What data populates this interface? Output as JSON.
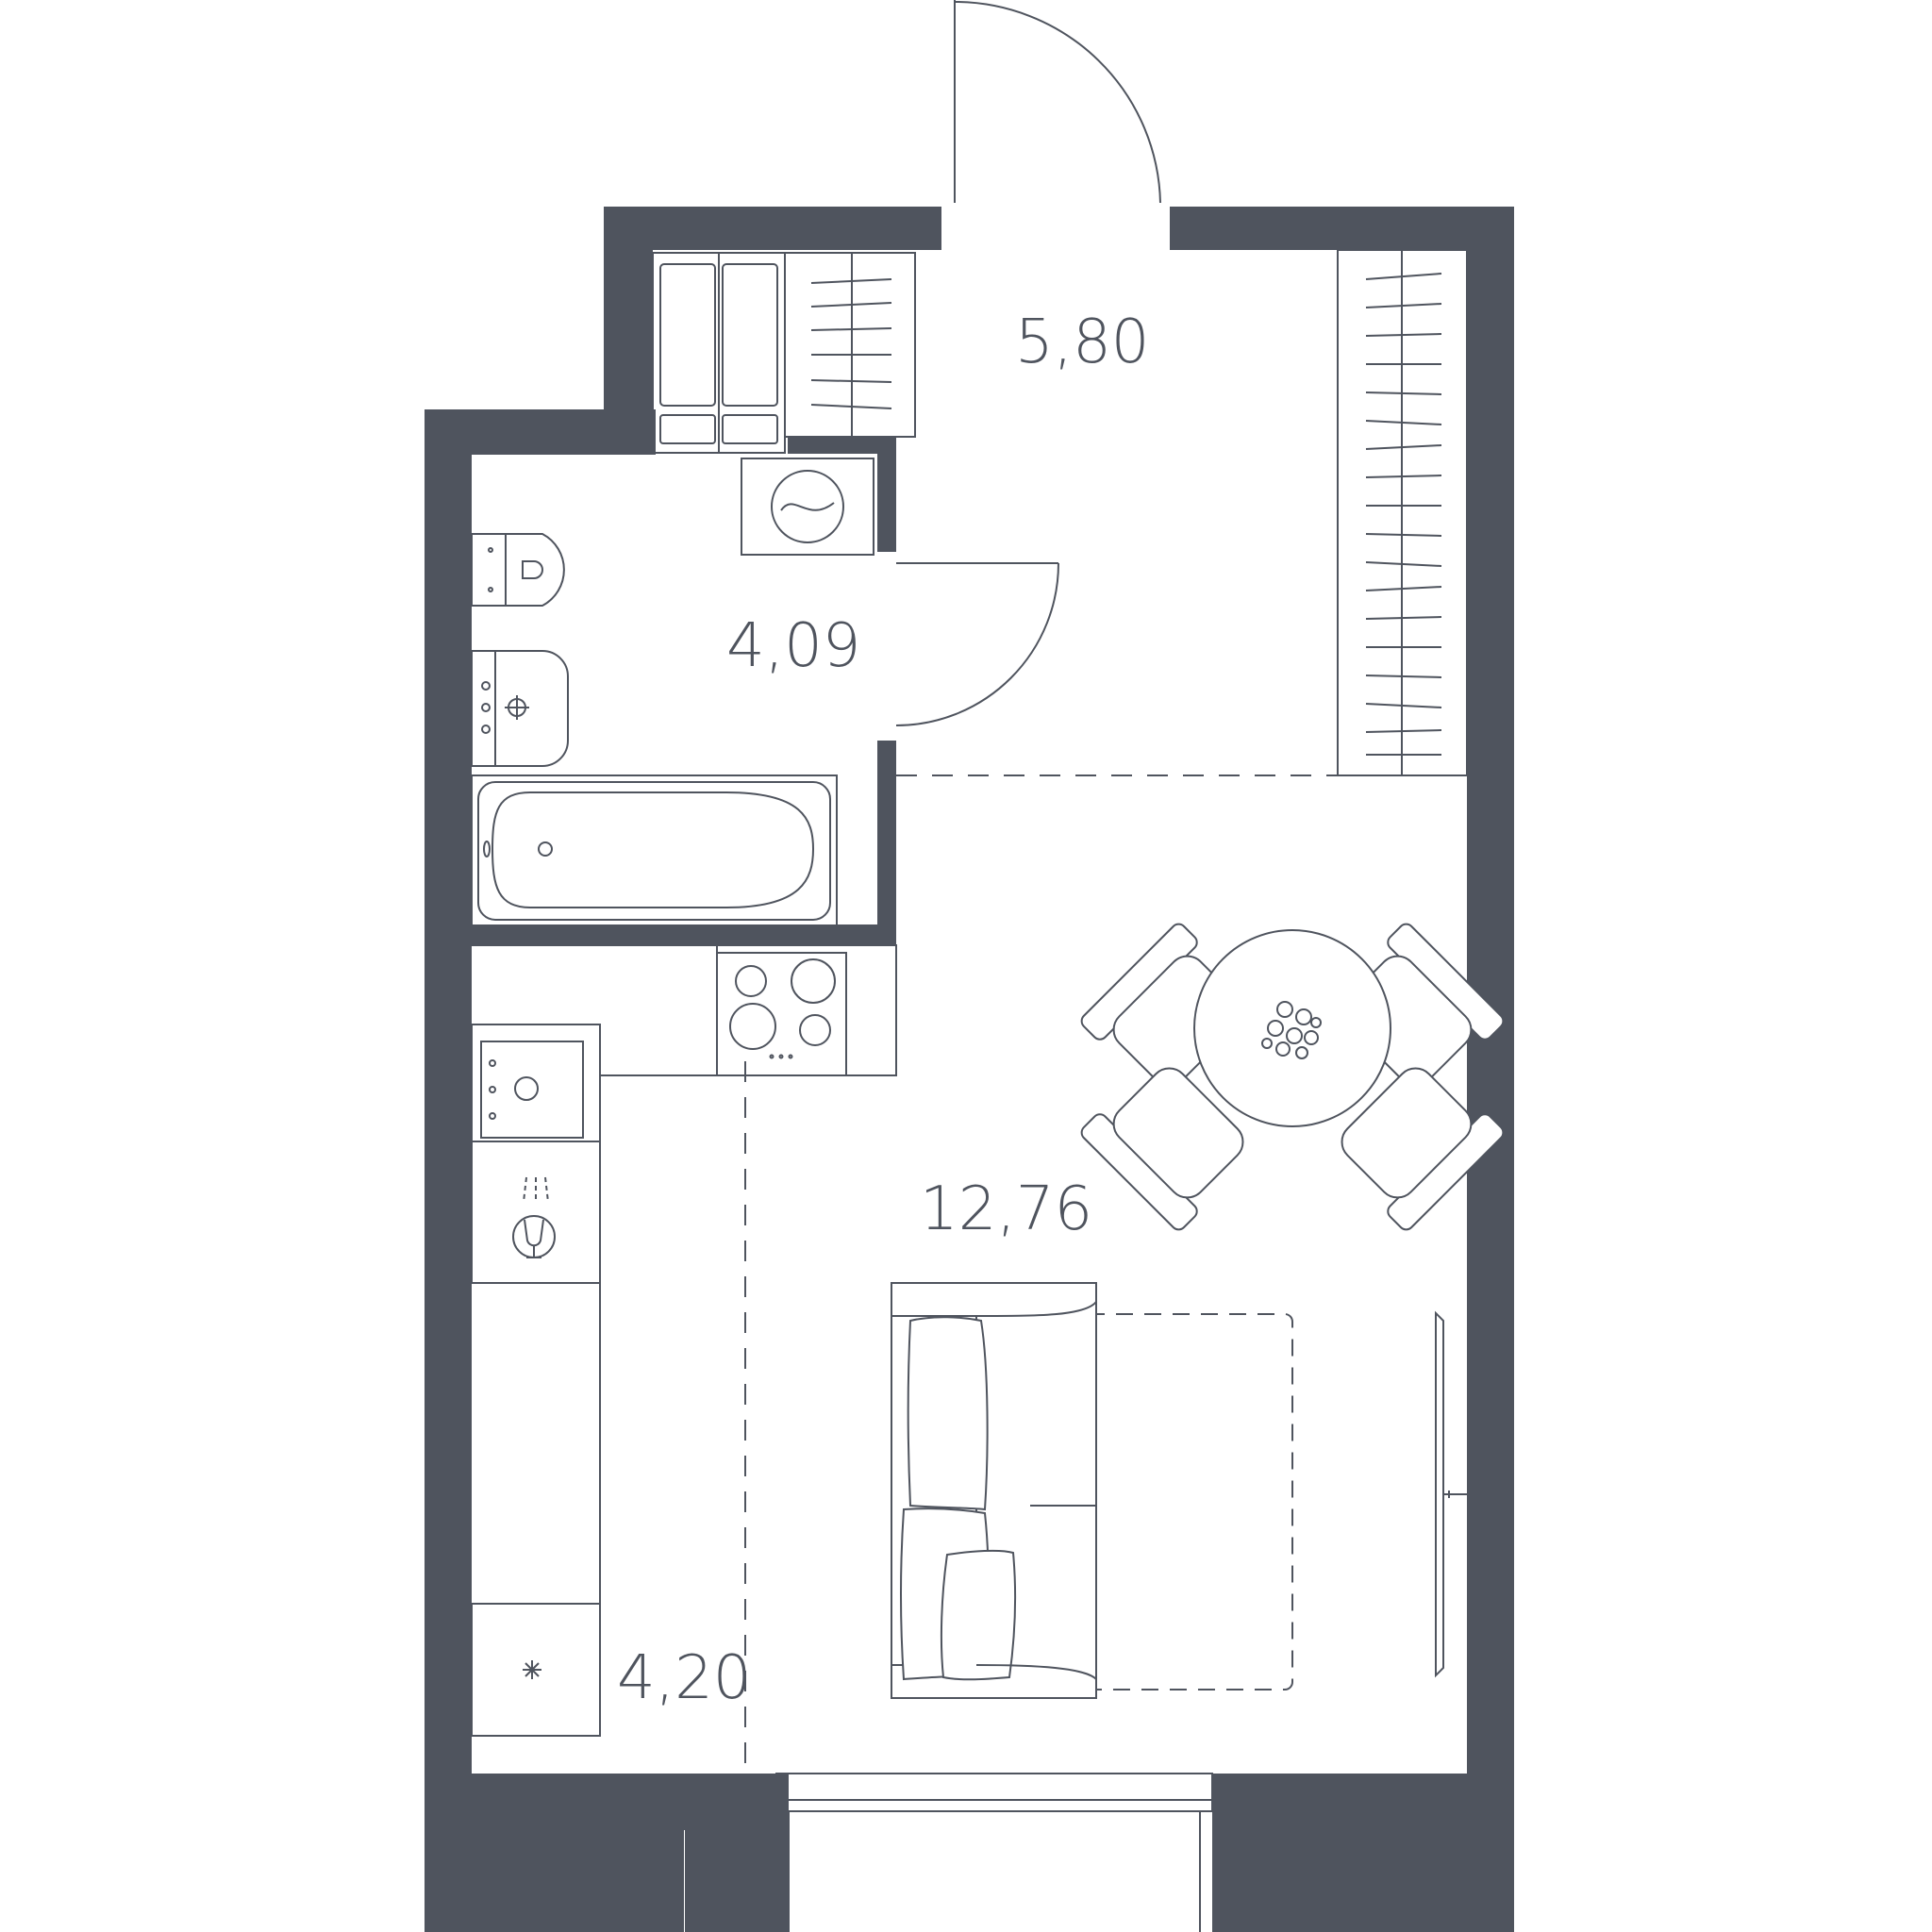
{
  "colors": {
    "wall": "#4f545e",
    "background": "#ffffff"
  },
  "rooms": [
    {
      "id": "hall",
      "area": "5,80"
    },
    {
      "id": "bathroom",
      "area": "4,09"
    },
    {
      "id": "living-room",
      "area": "12,76"
    },
    {
      "id": "kitchen",
      "area": "4,20"
    }
  ]
}
